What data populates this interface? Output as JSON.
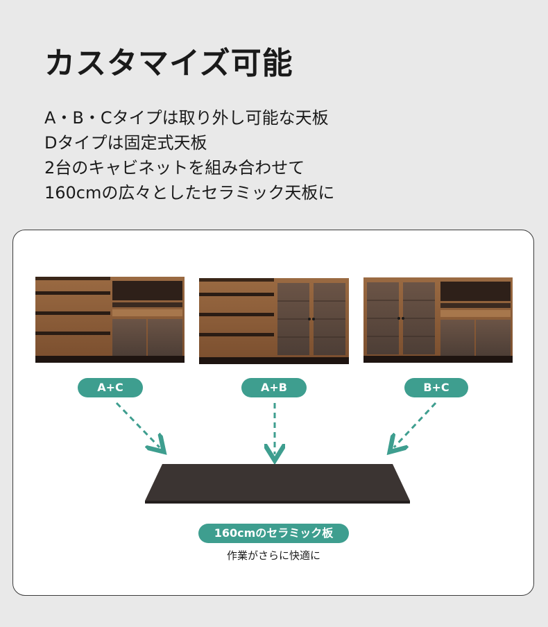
{
  "heading": "カスタマイズ可能",
  "description": [
    "A・B・Cタイプは取り外し可能な天板",
    "Dタイプは固定式天板",
    "2台のキャビネットを組み合わせて",
    "160cmの広々としたセラミック天板に"
  ],
  "combos": [
    {
      "label": "A+C"
    },
    {
      "label": "A+B"
    },
    {
      "label": "B+C"
    }
  ],
  "tabletop_label": "160cmのセラミック板",
  "tabletop_caption": "作業がさらに快適に",
  "colors": {
    "accent": "#3e9e8f",
    "wood": "#8a5a36",
    "dark_wood": "#2a1c14",
    "glass": "#5a4a40",
    "tabletop": "#3b3432"
  }
}
